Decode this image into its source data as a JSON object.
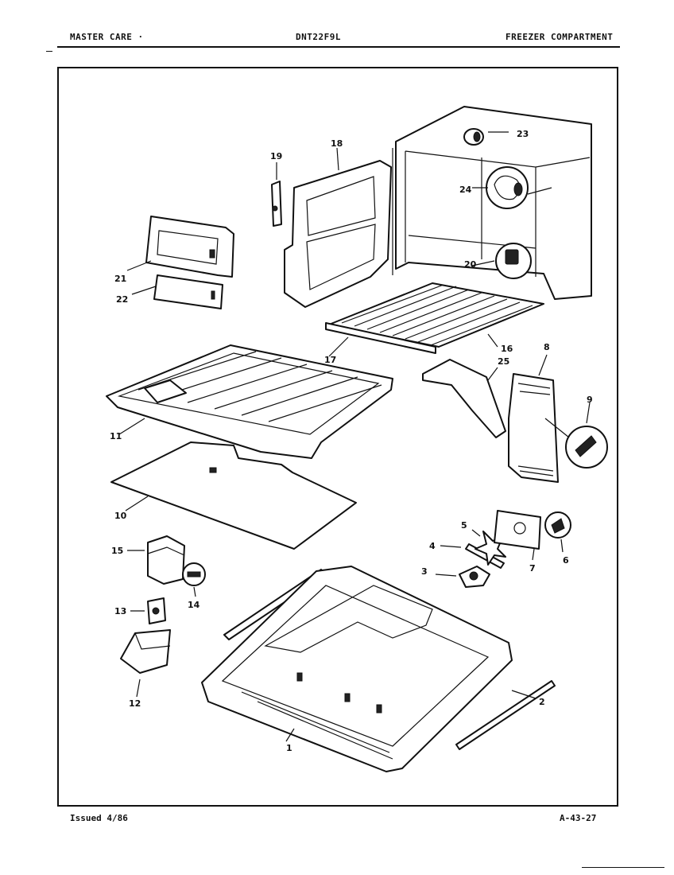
{
  "header": {
    "left": "MASTER CARE ·",
    "center": "DNT22F9L",
    "right": "FREEZER COMPARTMENT"
  },
  "footer": {
    "issued": "Issued 4/86",
    "page_code": "A-43-27"
  },
  "diagram": {
    "callouts": [
      "1",
      "2",
      "3",
      "4",
      "5",
      "6",
      "7",
      "8",
      "9",
      "10",
      "11",
      "12",
      "13",
      "14",
      "15",
      "16",
      "17",
      "18",
      "19",
      "20",
      "21",
      "22",
      "23",
      "24",
      "25"
    ]
  }
}
